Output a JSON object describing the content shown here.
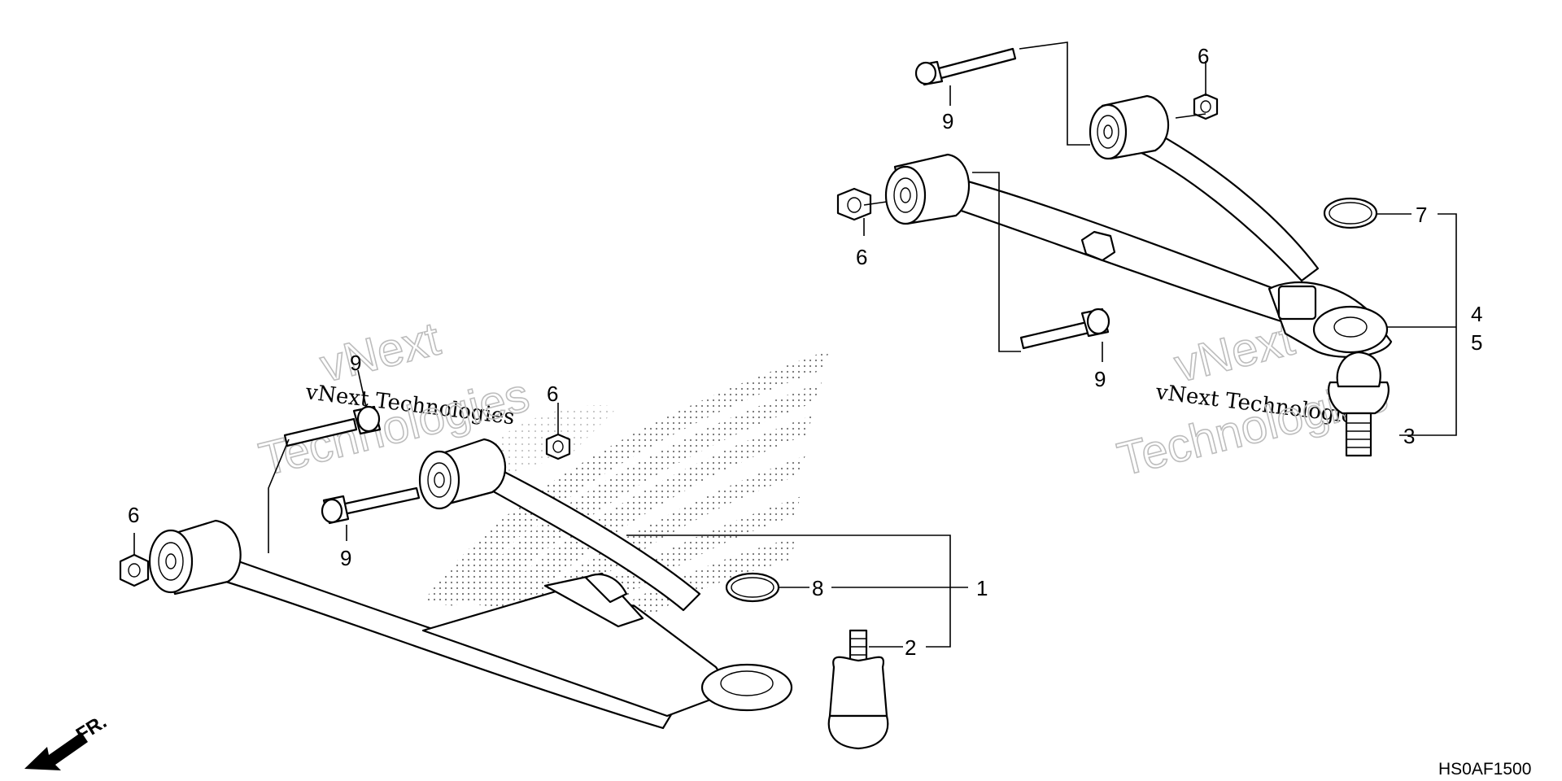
{
  "callouts": {
    "c1": "1",
    "c2": "2",
    "c3": "3",
    "c4": "4",
    "c5": "5",
    "c6": "6",
    "c7": "7",
    "c8": "8",
    "c9": "9"
  },
  "watermark": {
    "line1": "vNext",
    "line2": "vNext Technologies",
    "line3": "Technologies"
  },
  "front_label": "FR.",
  "diagram_code": "HS0AF1500",
  "colors": {
    "ink": "#000000",
    "watermark": "#bdbdbd",
    "background": "#ffffff"
  }
}
